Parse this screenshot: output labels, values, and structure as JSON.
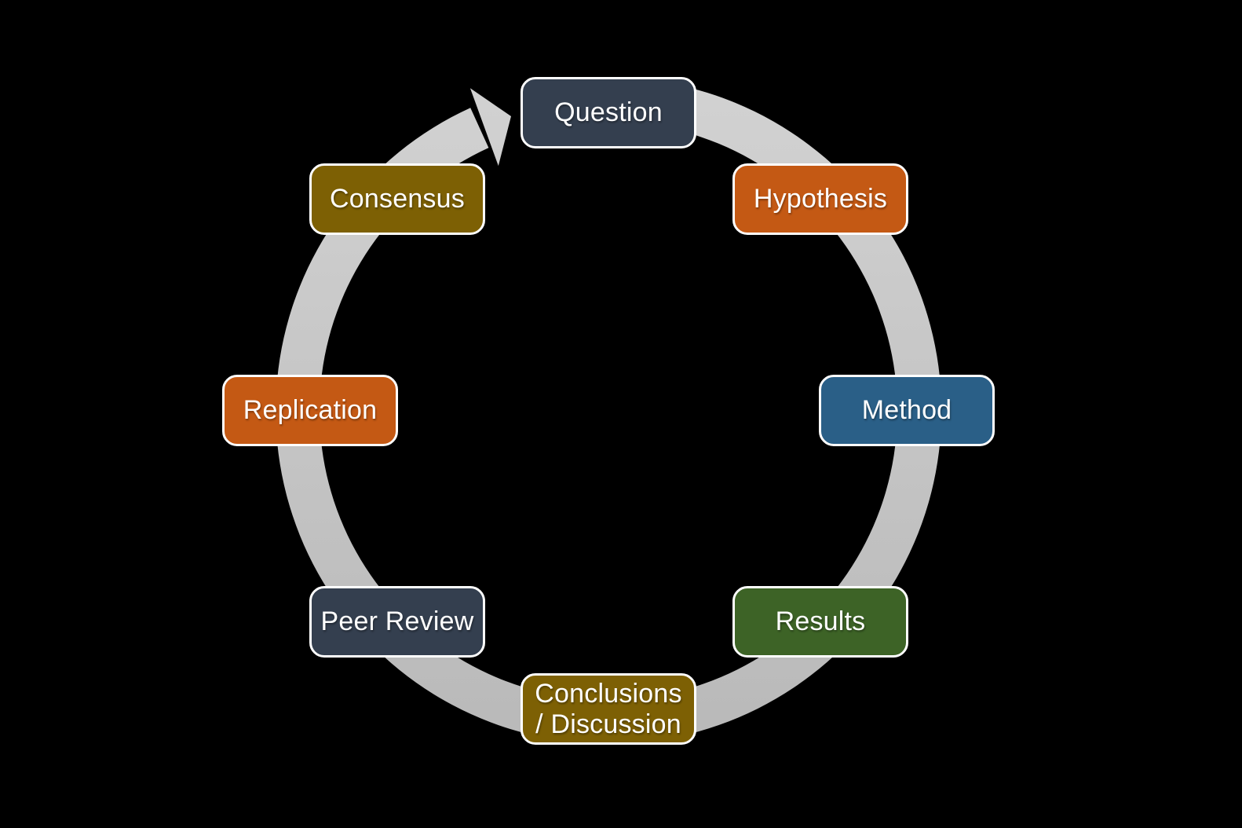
{
  "canvas": {
    "background_color": "#000000"
  },
  "cycle": {
    "direction": "clockwise",
    "ring": {
      "shape": "circular-arrow",
      "color_top": "#D2D2D2",
      "color_bottom": "#B9B9B9"
    },
    "text_color": "#FFFFFF",
    "steps": [
      {
        "label": "Question",
        "lines": [
          "Question"
        ],
        "color": "#343F4F",
        "position": "top"
      },
      {
        "label": "Hypothesis",
        "lines": [
          "Hypothesis"
        ],
        "color": "#C45914",
        "position": "top-right"
      },
      {
        "label": "Method",
        "lines": [
          "Method"
        ],
        "color": "#2A5F87",
        "position": "right"
      },
      {
        "label": "Results",
        "lines": [
          "Results"
        ],
        "color": "#3D6326",
        "position": "bottom-right"
      },
      {
        "label": "Conclusions / Discussion",
        "lines": [
          "Conclusions",
          "/ Discussion"
        ],
        "color": "#7D6004",
        "position": "bottom"
      },
      {
        "label": "Peer Review",
        "lines": [
          "Peer Review"
        ],
        "color": "#343F4F",
        "position": "bottom-left"
      },
      {
        "label": "Replication",
        "lines": [
          "Replication"
        ],
        "color": "#C45914",
        "position": "left"
      },
      {
        "label": "Consensus",
        "lines": [
          "Consensus"
        ],
        "color": "#7D6004",
        "position": "top-left"
      }
    ]
  }
}
